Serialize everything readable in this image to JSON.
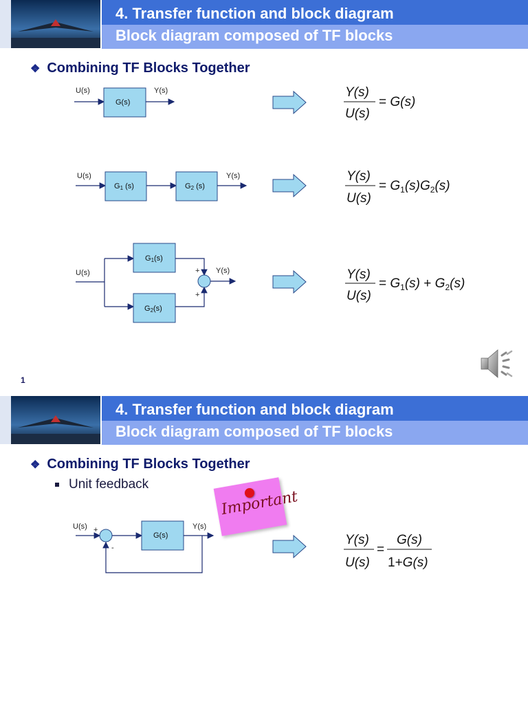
{
  "slide1": {
    "title": "4. Transfer function and block diagram",
    "subtitle": "Block diagram composed of TF blocks",
    "bullet": "Combining TF Blocks Together",
    "page_number": "1",
    "diagrams": {
      "single": {
        "input": "U(s)",
        "output": "Y(s)",
        "block": "G(s)"
      },
      "series": {
        "input": "U(s)",
        "output": "Y(s)",
        "block1": "G1 (s)",
        "block2": "G2 (s)"
      },
      "parallel": {
        "input": "U(s)",
        "output": "Y(s)",
        "block1": "G1(s)",
        "block2": "G2(s)",
        "sign_top": "+",
        "sign_bottom": "+"
      }
    },
    "equations": {
      "single": "Y(s)/U(s) = G(s)",
      "series": "Y(s)/U(s) = G1(s)G2(s)",
      "parallel": "Y(s)/U(s) = G1(s) + G2(s)"
    }
  },
  "slide2": {
    "title": "4. Transfer function and block diagram",
    "subtitle": "Block diagram composed of TF blocks",
    "bullet": "Combining TF Blocks Together",
    "sub_bullet": "Unit feedback",
    "note": "Important",
    "diagram": {
      "input": "U(s)",
      "output": "Y(s)",
      "block": "G(s)",
      "sign_plus": "+",
      "sign_minus": "-"
    },
    "equation": "Y(s)/U(s) = G(s)/(1+G(s))"
  },
  "colors": {
    "header_dark": "#3c6fd6",
    "header_light": "#8aa7f0",
    "block_fill": "#9fd8f0",
    "arrow_fill": "#9fd8f0",
    "bullet_text": "#0f1b6b"
  },
  "icons": {
    "bullet": "diamond-bullet-icon",
    "speaker": "speaker-icon",
    "implies": "right-arrow-icon"
  }
}
